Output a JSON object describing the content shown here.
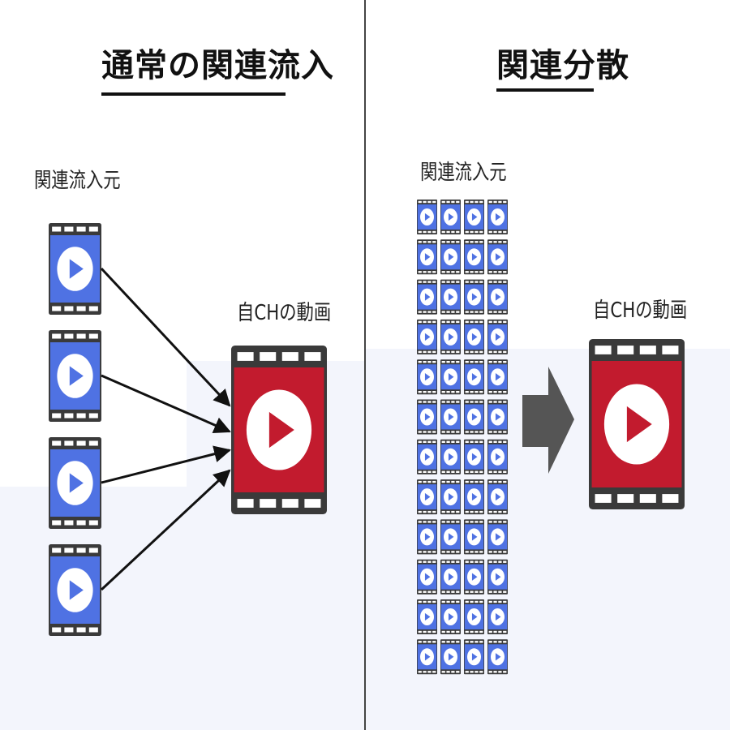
{
  "left_panel": {
    "title": "通常の関連流入",
    "source_label": "関連流入元",
    "target_label": "自CHの動画",
    "source_video_count": 4
  },
  "right_panel": {
    "title": "関連分散",
    "source_label": "関連流入元",
    "target_label": "自CHの動画",
    "grid_columns": 4,
    "grid_rows": 12
  },
  "colors": {
    "source_video": "#4f72e3",
    "target_video": "#c21b2e",
    "film_frame": "#3a3a3a",
    "arrow": "#555555"
  },
  "icons": {
    "video": "film-play-icon",
    "flow_arrow": "right-arrow-icon"
  }
}
